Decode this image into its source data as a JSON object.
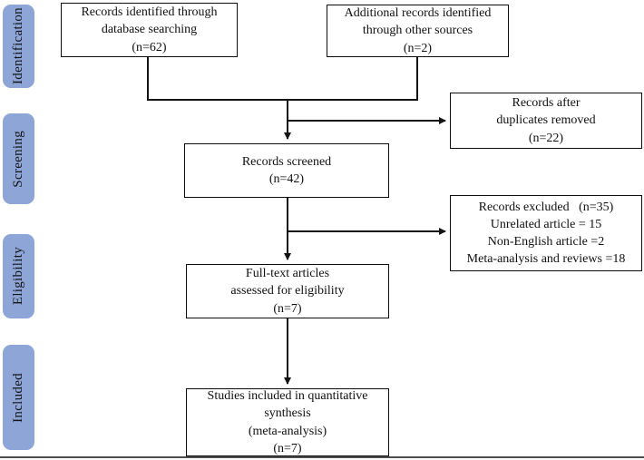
{
  "stages": [
    {
      "label": "Identification"
    },
    {
      "label": "Screening"
    },
    {
      "label": "Eligibility"
    },
    {
      "label": "Included"
    }
  ],
  "boxes": {
    "identified": "Records identified through\ndatabase searching\n(n=62)",
    "additional": "Additional records identified\nthrough other sources\n(n=2)",
    "duplicates_removed": "Records after\nduplicates removed\n(n=22)",
    "screened": "Records screened\n(n=42)",
    "excluded": "Records excluded   (n=35)\nUnrelated article = 15\nNon-English article =2\nMeta-analysis and reviews =18",
    "fulltext": "Full-text articles\nassessed for eligibility\n(n=7)",
    "included_synthesis": "Studies included in quantitative\nsynthesis\n(meta-analysis)\n(n=7)"
  },
  "colors": {
    "stage_fill": "#8ea5d8",
    "box_border": "#0d0d0d",
    "connector": "#141414"
  }
}
